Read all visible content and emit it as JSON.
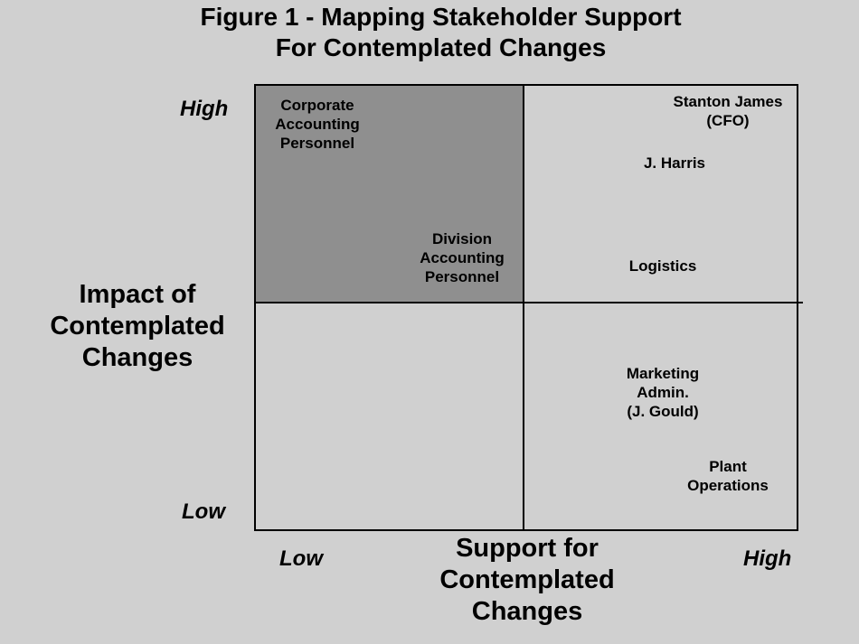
{
  "title": {
    "line1": "Figure 1 - Mapping Stakeholder Support",
    "line2": "For Contemplated Changes"
  },
  "y_axis": {
    "title_lines": [
      "Impact of",
      "Contemplated",
      "Changes"
    ],
    "high_label": "High",
    "low_label": "Low"
  },
  "x_axis": {
    "title_lines": [
      "Support for",
      "Contemplated",
      "Changes"
    ],
    "low_label": "Low",
    "high_label": "High"
  },
  "colors": {
    "background": "#d0d0d0",
    "highlighted_quadrant": "#8f8f8f",
    "lines": "#000000"
  },
  "stakeholders": [
    {
      "lines": [
        "Corporate",
        "Accounting",
        "Personnel"
      ],
      "quadrant": "high-impact / low-support"
    },
    {
      "lines": [
        "Division",
        "Accounting",
        "Personnel"
      ],
      "quadrant": "high-impact / low-support"
    },
    {
      "lines": [
        "Stanton James",
        "(CFO)"
      ],
      "quadrant": "high-impact / high-support"
    },
    {
      "lines": [
        "J. Harris"
      ],
      "quadrant": "high-impact / high-support"
    },
    {
      "lines": [
        "Logistics"
      ],
      "quadrant": "high-impact / high-support"
    },
    {
      "lines": [
        "Marketing",
        "Admin.",
        "(J. Gould)"
      ],
      "quadrant": "low-impact / high-support"
    },
    {
      "lines": [
        "Plant",
        "Operations"
      ],
      "quadrant": "low-impact / high-support"
    }
  ]
}
